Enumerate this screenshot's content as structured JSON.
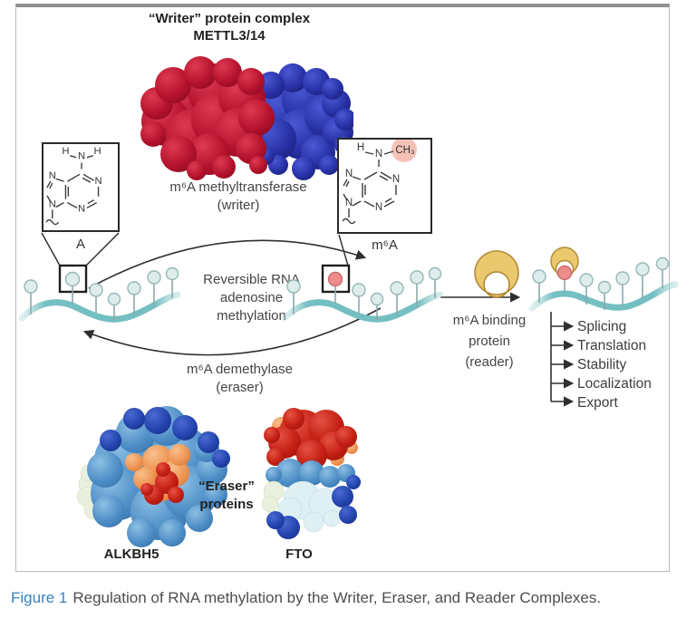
{
  "figure": {
    "writer": {
      "title_line1": "“Writer” protein complex",
      "title_line2": "METTL3/14",
      "mettl3_color": "#b5122c",
      "mettl14_color": "#2731a5"
    },
    "adenosine": {
      "label": "A",
      "atoms": {
        "n": "N",
        "h": "H"
      }
    },
    "m6a": {
      "label": "m⁶A",
      "atoms": {
        "n": "N",
        "h": "H",
        "methyl": "CH₃"
      },
      "highlight_color": "#f3b7ac"
    },
    "cycle": {
      "forward_line1": "m⁶A methyltransferase",
      "forward_line2": "(writer)",
      "center_line1": "Reversible RNA",
      "center_line2": "adenosine",
      "center_line3": "methylation",
      "reverse_line1": "m⁶A demethylase",
      "reverse_line2": "(eraser)"
    },
    "reader": {
      "line1": "m⁶A binding",
      "line2": "protein",
      "line3": "(reader)",
      "crescent_color": "#eac86e"
    },
    "outcomes": [
      "Splicing",
      "Translation",
      "Stability",
      "Localization",
      "Export"
    ],
    "erasers": {
      "title_line1": "“Eraser”",
      "title_line2": "proteins",
      "protein1_label": "ALKBH5",
      "protein2_label": "FTO"
    },
    "rna": {
      "strand_color": "#74bfc1",
      "base_color": "#dfecec",
      "m6a_base_color": "#ee8c8c"
    }
  },
  "caption": {
    "tag": "Figure 1",
    "tag_color": "#3584c6",
    "text": "Regulation of RNA methylation by the Writer, Eraser, and Reader Complexes."
  }
}
